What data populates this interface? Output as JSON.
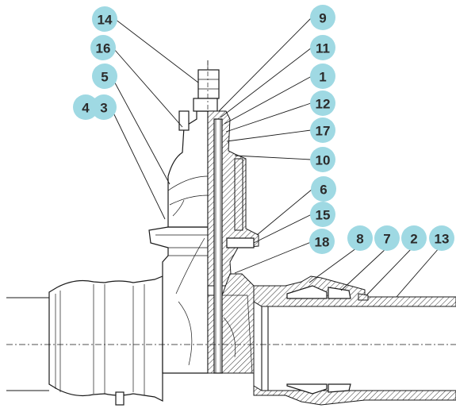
{
  "figure": {
    "callouts": [
      {
        "id": "c14",
        "label": "14"
      },
      {
        "id": "c16",
        "label": "16"
      },
      {
        "id": "c5",
        "label": "5"
      },
      {
        "id": "c4",
        "label": "4"
      },
      {
        "id": "c3",
        "label": "3"
      },
      {
        "id": "c9",
        "label": "9"
      },
      {
        "id": "c11",
        "label": "11"
      },
      {
        "id": "c1",
        "label": "1"
      },
      {
        "id": "c12",
        "label": "12"
      },
      {
        "id": "c17",
        "label": "17"
      },
      {
        "id": "c10",
        "label": "10"
      },
      {
        "id": "c6",
        "label": "6"
      },
      {
        "id": "c15",
        "label": "15"
      },
      {
        "id": "c18",
        "label": "18"
      },
      {
        "id": "c8",
        "label": "8"
      },
      {
        "id": "c7",
        "label": "7"
      },
      {
        "id": "c2",
        "label": "2"
      },
      {
        "id": "c13",
        "label": "13"
      }
    ],
    "colors": {
      "callout_fill": "#9fd9e3",
      "line": "#1a1a1a",
      "label_text": "#2b2b2b"
    }
  }
}
